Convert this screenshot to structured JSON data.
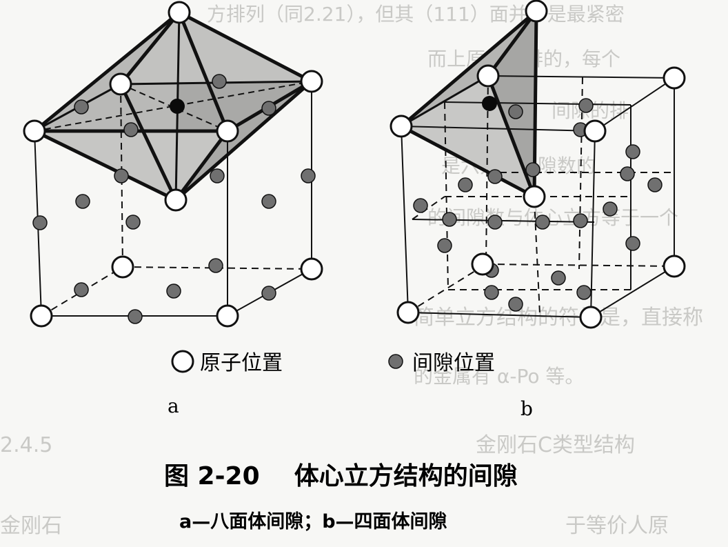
{
  "legend": {
    "atom_label": "原子位置",
    "interstice_label": "间隙位置"
  },
  "panels": {
    "a_label": "a",
    "b_label": "b"
  },
  "caption": {
    "title": "图 2-20    体心立方结构的间隙",
    "subtitle": "a—八面体间隙；b—四面体间隙"
  },
  "colors": {
    "background": "#f7f7f5",
    "line": "#111111",
    "shading": "#b9b9b7",
    "atom_fill": "#ffffff",
    "interstice_fill": "#707070",
    "center_atom": "#0a0a0a"
  }
}
